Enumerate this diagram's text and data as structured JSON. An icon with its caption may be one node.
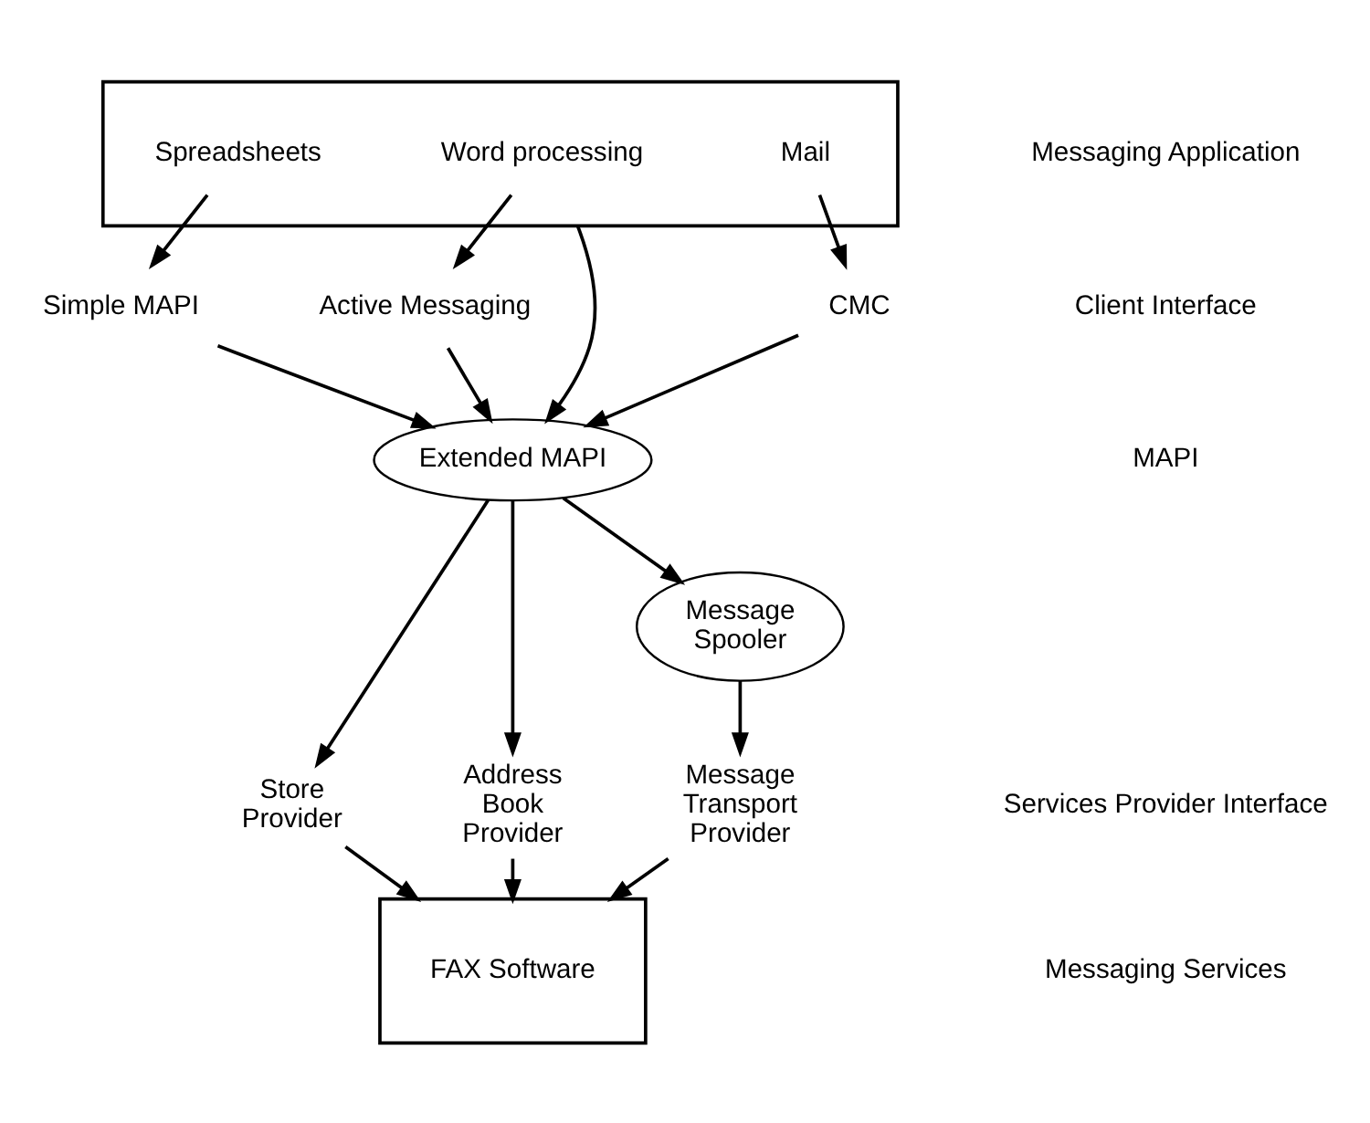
{
  "diagram": {
    "nodes": [
      {
        "text": [],
        "shape": "box"
      },
      {
        "text": [
          "Spreadsheets"
        ],
        "in": 0
      },
      {
        "text": [
          "Word processing"
        ],
        "in": 0
      },
      {
        "text": [
          "Mail"
        ],
        "in": 0
      },
      {
        "text": [
          "Simple MAPI"
        ]
      },
      {
        "text": [
          "Active Messaging"
        ]
      },
      {
        "text": [
          "CMC"
        ]
      },
      {
        "text": [
          "Extended MAPI"
        ]
      },
      {
        "text": [
          "Message Spooler"
        ]
      },
      {
        "text": [
          "Store Provider"
        ]
      },
      {
        "text": [
          "Address Book Provider"
        ]
      },
      {
        "text": [
          "Message Transport Provider"
        ]
      },
      {
        "text": [],
        "shape": "box"
      },
      {
        "text": [
          "FAX Software"
        ],
        "in": 12
      }
    ],
    "edges": [
      {
        "from": 1,
        "to": 4,
        "arrow": "to"
      },
      {
        "from": 0,
        "to": 7,
        "arrow": "to"
      },
      {
        "from": 2,
        "to": 5,
        "arrow": "to"
      },
      {
        "from": 3,
        "to": 6,
        "arrow": "to"
      },
      {
        "from": 4,
        "to": 7,
        "arrow": "to"
      },
      {
        "from": 5,
        "to": 7,
        "arrow": "to"
      },
      {
        "from": 6,
        "to": 7,
        "arrow": "to"
      },
      {
        "from": 7,
        "to": 9,
        "arrow": "to"
      },
      {
        "from": 7,
        "to": 10,
        "arrow": "to"
      },
      {
        "from": 7,
        "to": 8,
        "arrow": "to"
      },
      {
        "from": 8,
        "to": 11,
        "arrow": "to"
      },
      {
        "from": 9,
        "to": 12,
        "arrow": "to"
      },
      {
        "from": 10,
        "to": 12,
        "arrow": "to"
      },
      {
        "from": 11,
        "to": 12,
        "arrow": "to"
      }
    ],
    "labels": [
      "Messaging Application",
      "Client Interface",
      "MAPI",
      "Services Provider Interface",
      "Messaging Services"
    ]
  }
}
